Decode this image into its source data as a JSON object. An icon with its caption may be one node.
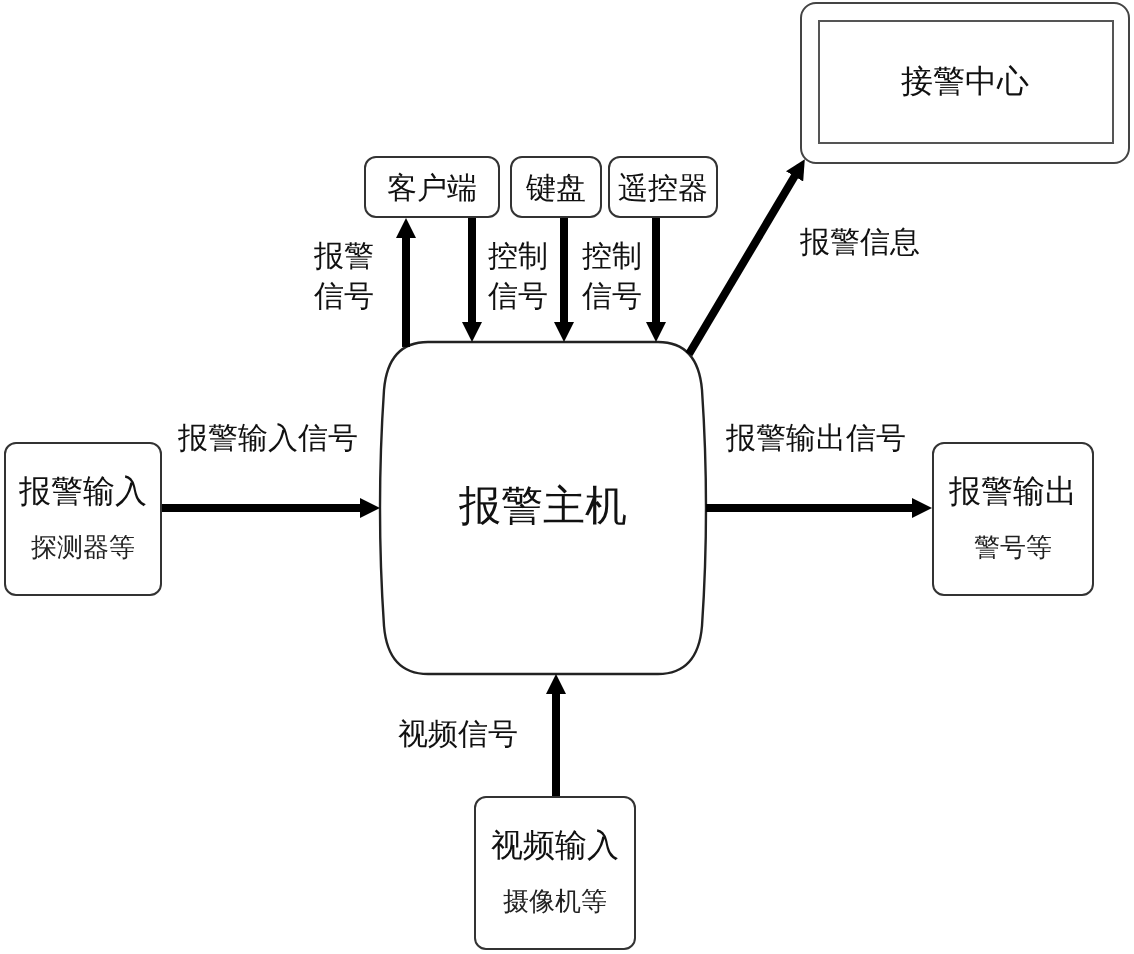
{
  "diagram": {
    "nodes": [
      {
        "text": [],
        "shape": "box"
      },
      {
        "text": [
          "接警中心"
        ],
        "in": 0
      },
      {
        "text": [
          "客户端"
        ]
      },
      {
        "text": [
          "键盘"
        ]
      },
      {
        "text": [
          "遥控器"
        ]
      },
      {
        "text": [
          "报警输入",
          "探测器等"
        ]
      },
      {
        "text": [
          "报警主机"
        ]
      },
      {
        "text": [
          "报警输出",
          "警号等"
        ]
      },
      {
        "text": [
          "视频输入",
          "摄像机等"
        ]
      }
    ],
    "edges": [
      {
        "from": 6,
        "to": 2,
        "arrow": "to",
        "label": "报警信号"
      },
      {
        "from": 2,
        "to": 6,
        "arrow": "to"
      },
      {
        "from": 3,
        "to": 6,
        "arrow": "to",
        "label": "控制信号"
      },
      {
        "from": 4,
        "to": 6,
        "arrow": "to",
        "label": "控制信号"
      },
      {
        "from": 6,
        "to": 0,
        "arrow": "to",
        "label": "报警信息"
      },
      {
        "from": 5,
        "to": 6,
        "arrow": "to",
        "label": "报警输入信号"
      },
      {
        "from": 6,
        "to": 7,
        "arrow": "to",
        "label": "报警输出信号"
      },
      {
        "from": 8,
        "to": 6,
        "arrow": "to",
        "label": "视频信号"
      }
    ]
  }
}
